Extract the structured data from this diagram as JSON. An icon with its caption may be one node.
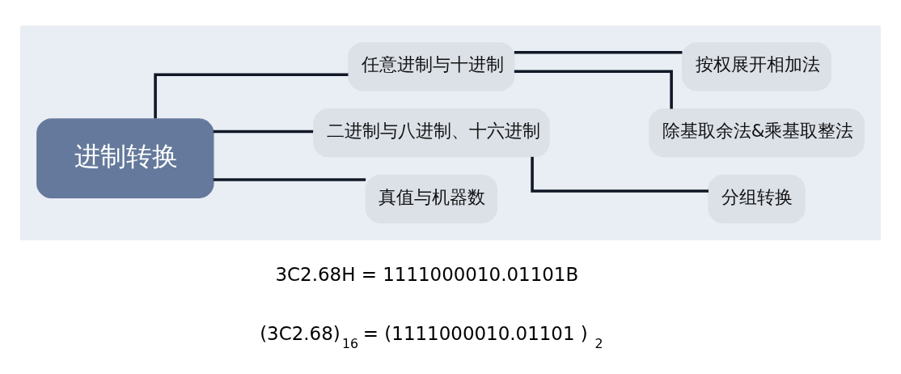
{
  "diagram": {
    "nodes": [
      {
        "text": [],
        "shape": "box"
      },
      {
        "text": [
          "进制转换"
        ],
        "in": 0
      },
      {
        "text": [
          "任意进制与十进制"
        ],
        "in": 0
      },
      {
        "text": [
          "按权展开相加法"
        ],
        "in": 0
      },
      {
        "text": [
          "除基取余法&乘基取整法"
        ],
        "in": 0
      },
      {
        "text": [
          "二进制与八进制、十六进制"
        ],
        "in": 0
      },
      {
        "text": [
          "分组转换"
        ],
        "in": 0
      },
      {
        "text": [
          "真值与机器数"
        ],
        "in": 0
      }
    ],
    "edges": [
      {
        "from": 1,
        "to": 2,
        "arrow": "none"
      },
      {
        "from": 1,
        "to": 5,
        "arrow": "none"
      },
      {
        "from": 1,
        "to": 7,
        "arrow": "none"
      },
      {
        "from": 2,
        "to": 3,
        "arrow": "none"
      },
      {
        "from": 2,
        "to": 4,
        "arrow": "none"
      },
      {
        "from": 5,
        "to": 6,
        "arrow": "none"
      }
    ],
    "labels": [
      "3C2.68H = 1111000010.01101B",
      "(3C2.68)$_{16}$ = (1111000010.01101 )$_{2}$"
    ]
  }
}
